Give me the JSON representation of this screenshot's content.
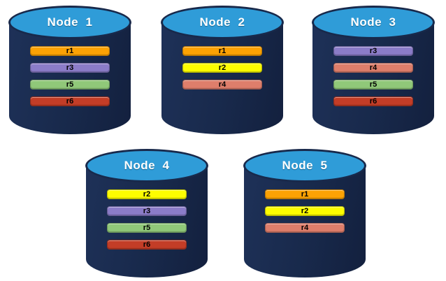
{
  "diagram": {
    "colors": {
      "cylinder_body": "#18294B",
      "cylinder_body_light": "#1E3158",
      "cylinder_body_dark": "#13203E",
      "cylinder_top": "#2F9CD8",
      "replicas": {
        "r1": "#FCA204",
        "r2": "#FDFD00",
        "r3": "#8B7CC8",
        "r4": "#DE7E6B",
        "r5": "#90C879",
        "r6": "#C33D27"
      }
    },
    "nodes": [
      {
        "label": "Node  1",
        "replicas": [
          "r1",
          "r3",
          "r5",
          "r6"
        ]
      },
      {
        "label": "Node  2",
        "replicas": [
          "r1",
          "r2",
          "r4"
        ]
      },
      {
        "label": "Node  3",
        "replicas": [
          "r3",
          "r4",
          "r5",
          "r6"
        ]
      },
      {
        "label": "Node  4",
        "replicas": [
          "r2",
          "r3",
          "r5",
          "r6"
        ]
      },
      {
        "label": "Node  5",
        "replicas": [
          "r1",
          "r2",
          "r4"
        ]
      }
    ]
  }
}
